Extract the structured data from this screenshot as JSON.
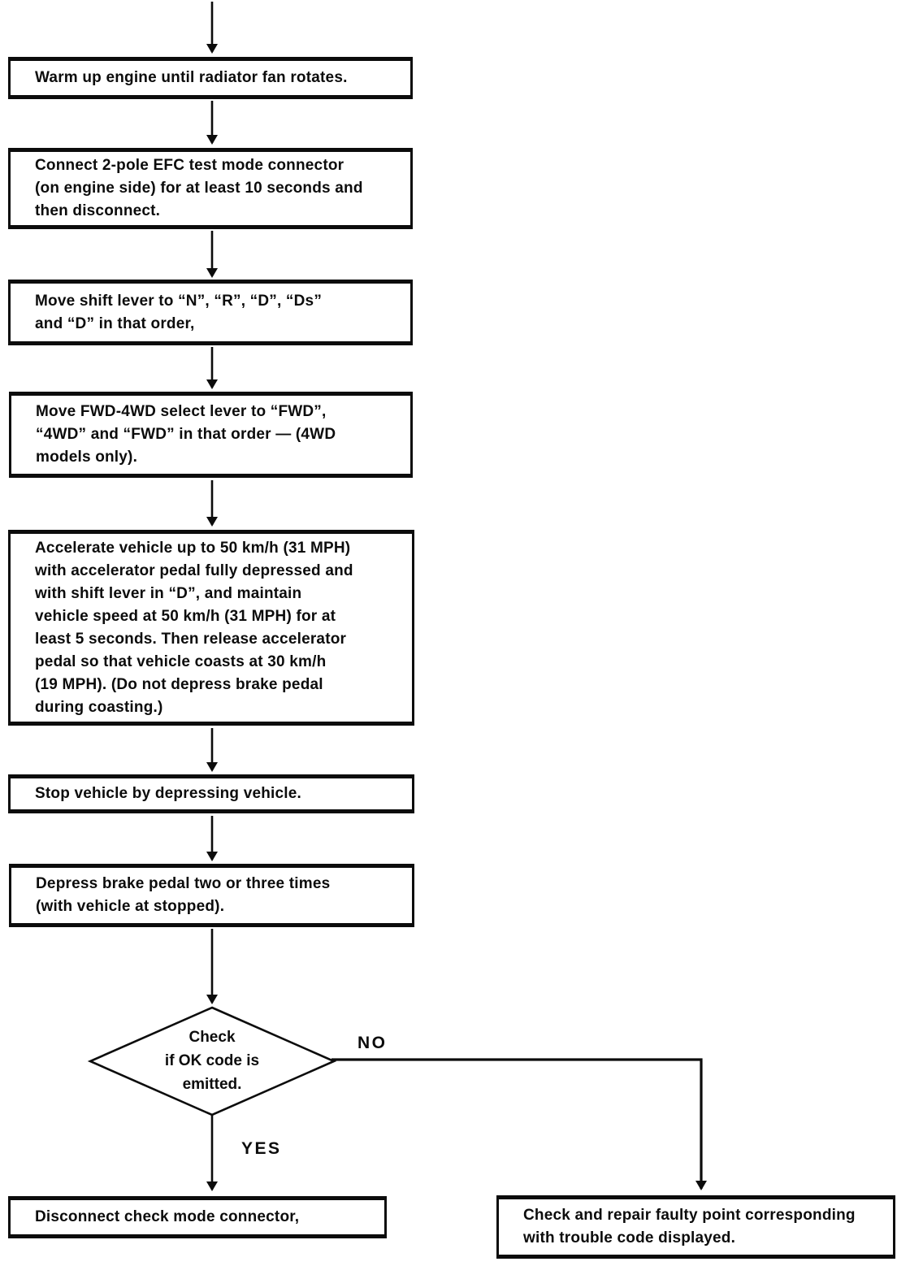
{
  "colors": {
    "ink": "#0c0c0c",
    "paper": "#ffffff"
  },
  "nodes": {
    "warm_up": {
      "text": "Warm up engine until radiator fan rotates."
    },
    "connect_efc": {
      "text": "Connect 2-pole EFC test mode connector\n(on engine side) for at least 10 seconds and\nthen disconnect."
    },
    "shift_lever": {
      "text": "Move shift lever to “N”, “R”, “D”, “Ds”\nand “D” in that order,"
    },
    "fwd_4wd": {
      "text": "Move FWD-4WD select lever to “FWD”,\n“4WD” and “FWD” in that order — (4WD\nmodels only)."
    },
    "accelerate": {
      "text": "Accelerate vehicle up to 50 km/h (31 MPH)\nwith accelerator pedal fully depressed and\nwith shift lever in “D”, and maintain\nvehicle speed at 50 km/h (31 MPH) for at\nleast 5 seconds. Then release accelerator\npedal so that vehicle coasts at 30 km/h\n(19 MPH). (Do not depress brake pedal\nduring coasting.)"
    },
    "stop_vehicle": {
      "text": "Stop vehicle by depressing vehicle."
    },
    "depress_brake": {
      "text": "Depress brake pedal two or three times\n(with vehicle at stopped)."
    },
    "decision": {
      "text": "Check\nif OK code is\nemitted."
    },
    "disconnect": {
      "text": "Disconnect check mode connector,"
    },
    "check_repair": {
      "text": "Check and repair faulty point corresponding\nwith trouble code displayed."
    }
  },
  "labels": {
    "yes": "YES",
    "no": "NO"
  }
}
